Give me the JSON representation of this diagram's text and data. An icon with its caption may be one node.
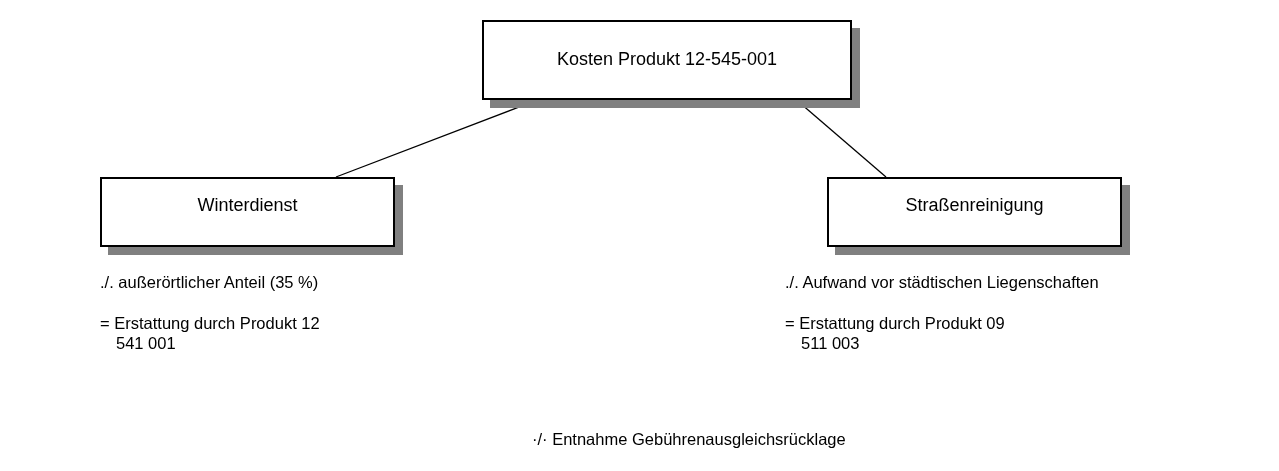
{
  "diagram": {
    "nodes": [
      {
        "text": [
          "Kosten Produkt 12-545-001"
        ]
      },
      {
        "text": [
          "Winterdienst"
        ]
      },
      {
        "text": [
          "Straßenreinigung"
        ]
      }
    ],
    "edges": [
      {
        "from": 0,
        "to": 1,
        "arrow": "none"
      },
      {
        "from": 0,
        "to": 2,
        "arrow": "none"
      }
    ],
    "labels": [
      "./. außerörtlicher Anteil (35 %)",
      "./. Aufwand vor städtischen Liegenschaften",
      "= Erstattung durch Produkt 12 541 001",
      "= Erstattung durch Produkt 09 511 003",
      "·/· Entnahme Gebührenausgleichsrücklage"
    ]
  }
}
